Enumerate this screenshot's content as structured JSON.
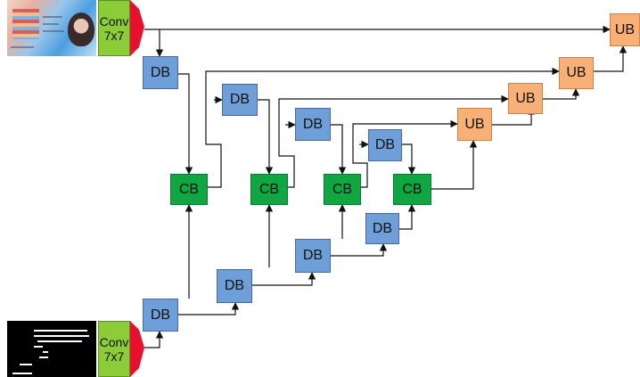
{
  "diagram": {
    "input_image": {
      "label": ""
    },
    "input_mask": {
      "label": ""
    },
    "conv_top": {
      "line1": "Conv",
      "line2": "7x7"
    },
    "conv_bottom": {
      "line1": "Conv",
      "line2": "7x7"
    },
    "db_label": "DB",
    "cb_label": "CB",
    "ub_label": "UB",
    "colors": {
      "db": "#6f9fd8",
      "cb": "#10a642",
      "ub": "#f8b077",
      "conv": "#8bcc38",
      "conv_edge": "#e8112d",
      "wire": "#111111"
    }
  }
}
